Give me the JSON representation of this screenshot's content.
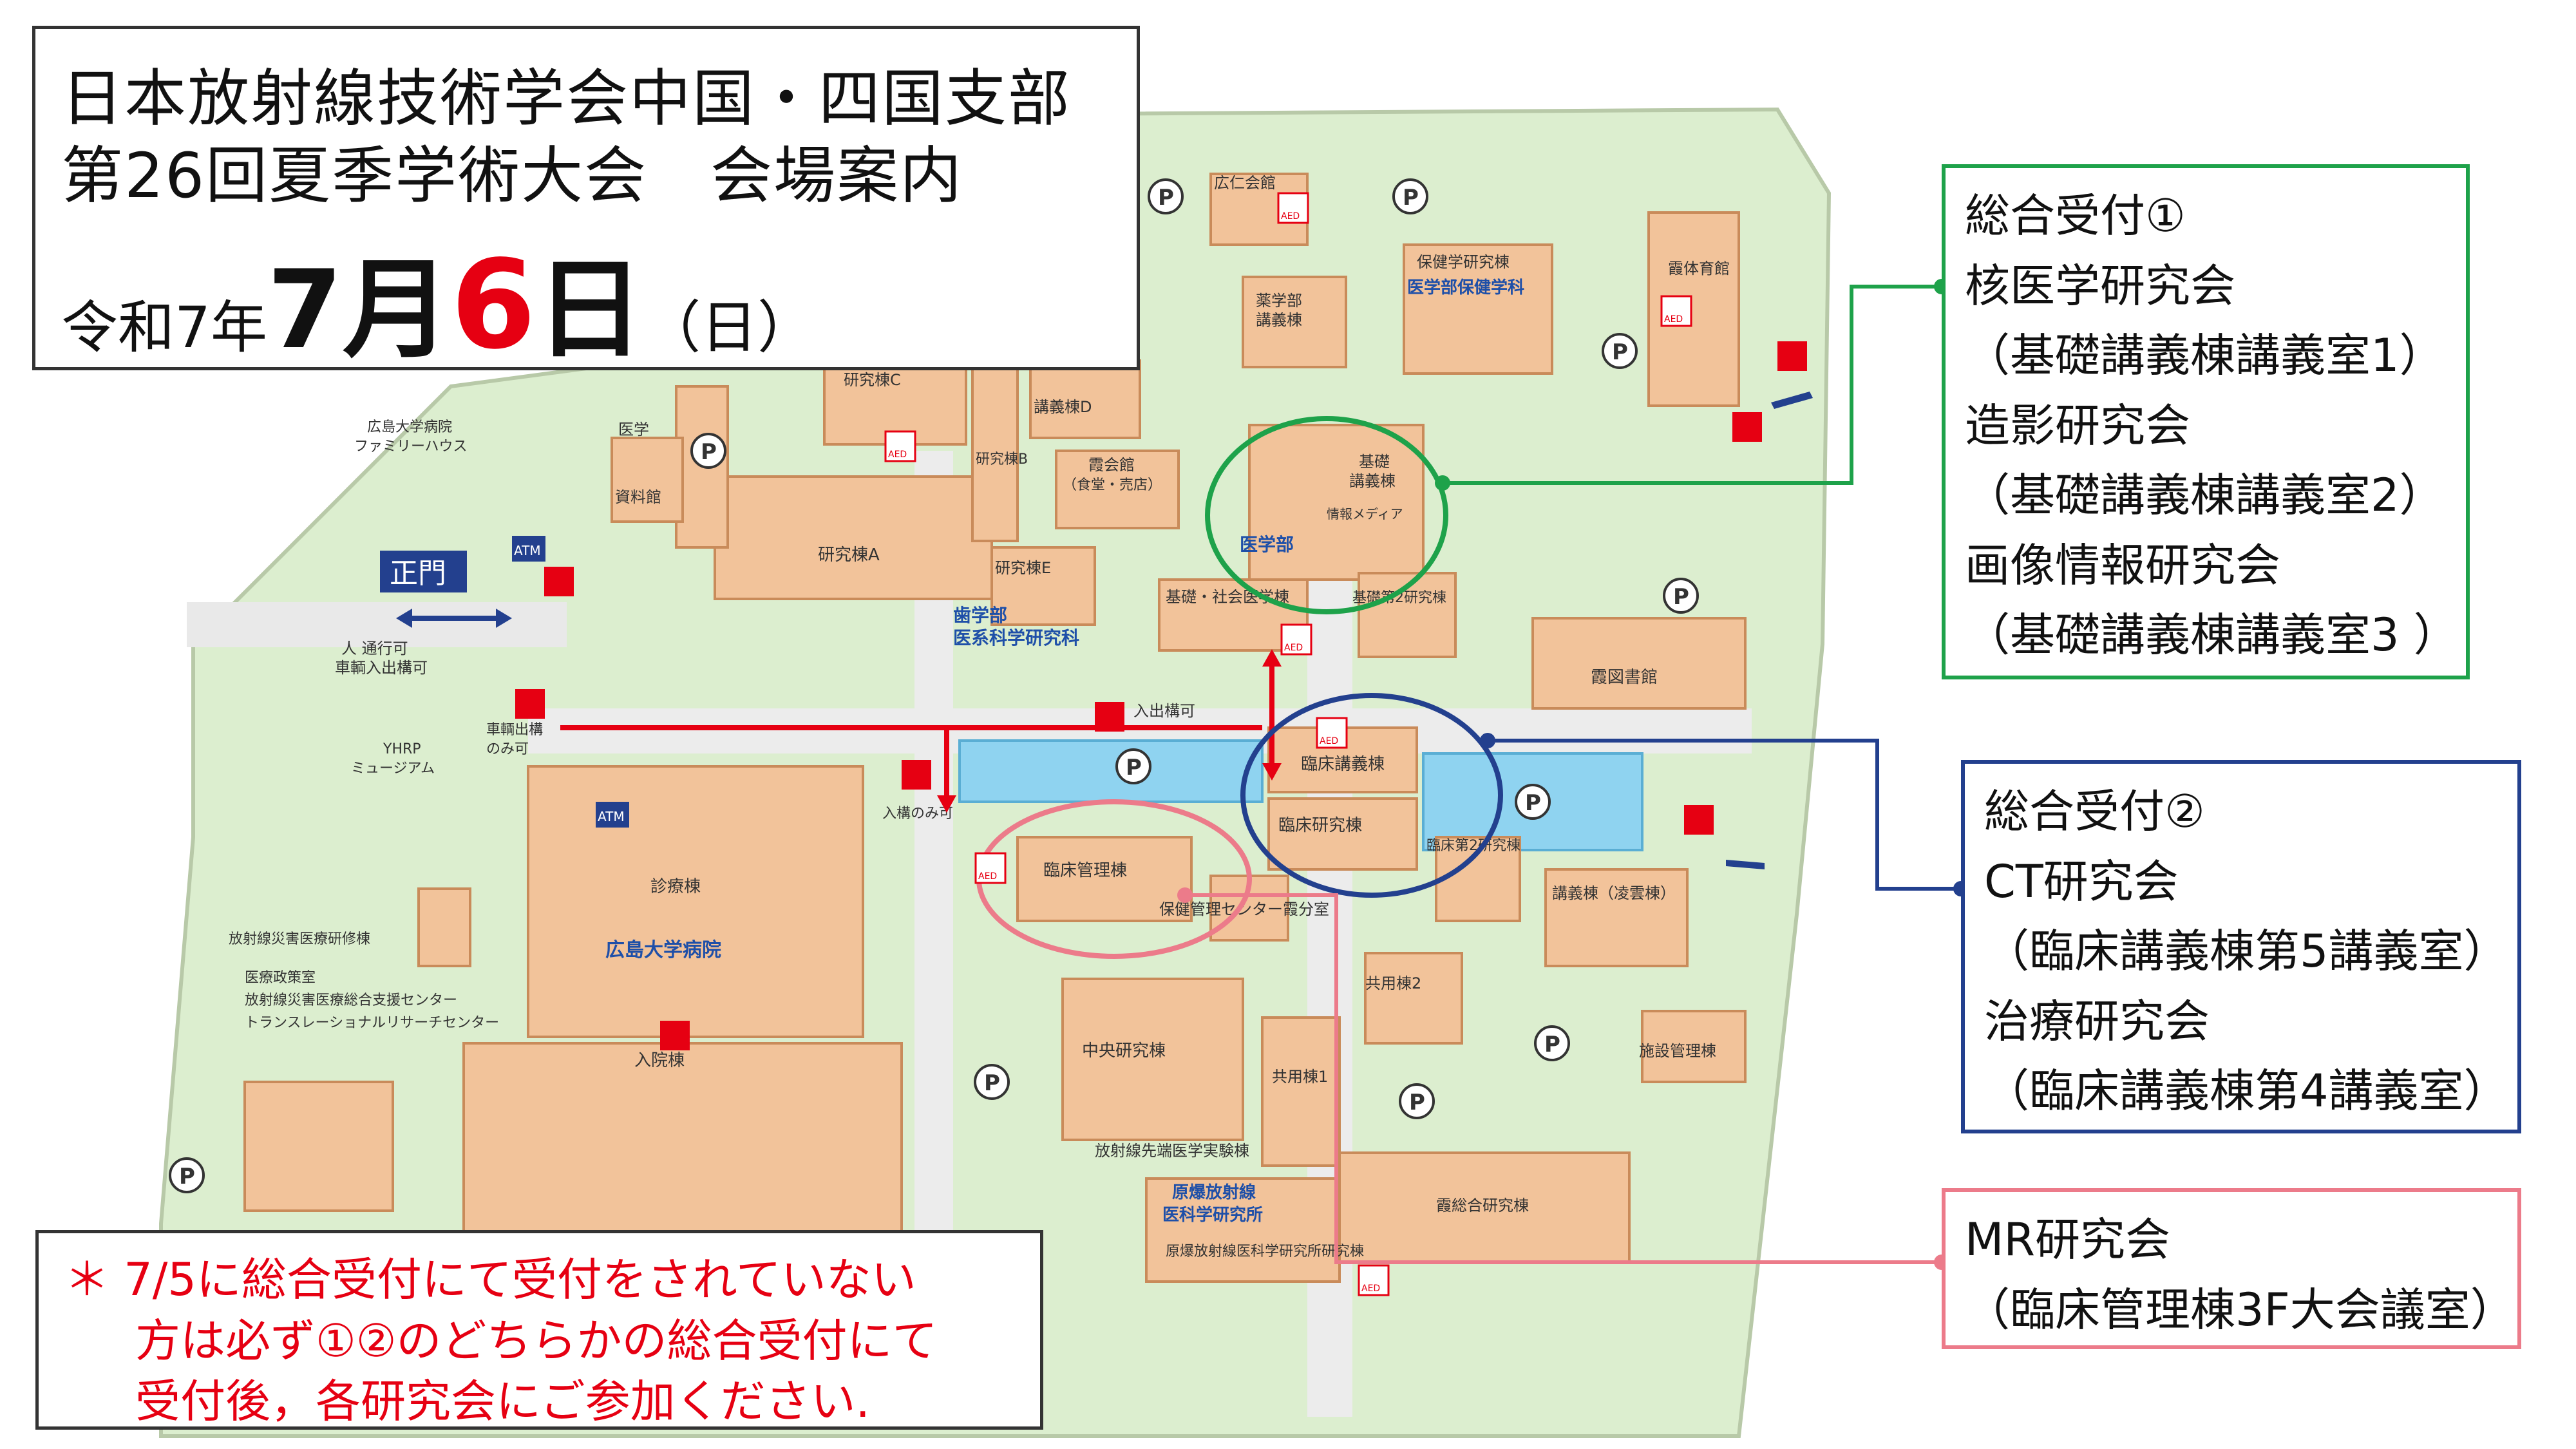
{
  "title": {
    "line1": "日本放射線技術学会中国・四国支部",
    "line2": "第26回夏季学術大会　会場案内",
    "date_prefix": "令和7年",
    "date_month": "7月",
    "date_day": "6",
    "date_day_suffix": "日",
    "date_weekday": "（日）"
  },
  "reception1": {
    "heading": "総合受付①",
    "items": [
      "核医学研究会",
      "（基礎講義棟講義室1）",
      "造影研究会",
      "（基礎講義棟講義室2）",
      "画像情報研究会",
      "（基礎講義棟講義室3 ）"
    ]
  },
  "reception2": {
    "heading": "総合受付②",
    "items": [
      "CT研究会",
      "（臨床講義棟第5講義室）",
      "治療研究会",
      "（臨床講義棟第4講義室）"
    ]
  },
  "mr": {
    "items": [
      "MR研究会",
      "（臨床管理棟3F大会議室）"
    ]
  },
  "notice": {
    "line1": "＊ 7/5に総合受付にて受付をされていない",
    "line2": "方は必ず①②のどちらかの総合受付にて",
    "line3": "受付後，各研究会にご参加ください."
  },
  "map": {
    "main_gate": "正門",
    "gate_note1": "人 通行可",
    "gate_note2": "車輌入出構可",
    "labels": {
      "hiroshima_hospital": "広島大学病院",
      "family_house1": "広島大学病院",
      "family_house2": "ファミリーハウス",
      "medical_library1": "医学",
      "medical_library2": "資料館",
      "research_a": "研究棟A",
      "research_b": "研究棟B",
      "research_c": "研究棟C",
      "research_e": "研究棟E",
      "lecture_d": "講義棟D",
      "kasumi_hall": "霞会館",
      "kasumi_hall_sub": "（食堂・売店）",
      "koujin": "広仁会館",
      "pharmacy1": "薬学部",
      "pharmacy2": "講義棟",
      "health_science": "保健学研究棟",
      "health_faculty": "医学部保健学科",
      "gym": "霞体育館",
      "basic_lecture1": "基礎",
      "basic_lecture2": "講義棟",
      "info_media": "情報メディア",
      "medical_faculty": "医学部",
      "basic_social": "基礎・社会医学棟",
      "basic2": "基礎第2研究棟",
      "dental": "歯学部",
      "dental_sub": "医系科学研究科",
      "library": "霞図書館",
      "clinical_lecture": "臨床講義棟",
      "clinical_research": "臨床研究棟",
      "clinical_research2": "臨床第2研究棟",
      "lecture_ryoun": "講義棟（凌雲棟）",
      "clinical_admin": "臨床管理棟",
      "health_center": "保健管理センター霞分室",
      "exam_building": "診療棟",
      "ward": "入院棟",
      "central_research": "中央研究棟",
      "common1": "共用棟1",
      "common2": "共用棟2",
      "facility_mgmt": "施設管理棟",
      "radiation_exp": "放射線先端医学実験棟",
      "rinri1": "原爆放射線",
      "rinri2": "医科学研究所",
      "rinri3": "原爆放射線医科学研究所研究棟",
      "general_research": "霞総合研究棟",
      "yhrp1": "YHRP",
      "yhrp2": "ミュージアム",
      "radiation_center1": "放射線災害医療研修棟",
      "radiation_center2": "医療政策室",
      "radiation_center3": "放射線災害医療総合支援センター",
      "radiation_center4": "トランスレーショナルリサーチセンター",
      "vehicle_only1": "車輌出構",
      "vehicle_only2": "のみ可",
      "entry_ok": "入出構可",
      "entry_only": "入構のみ可",
      "atm": "ATM",
      "aed": "AED",
      "parking": "P"
    }
  }
}
